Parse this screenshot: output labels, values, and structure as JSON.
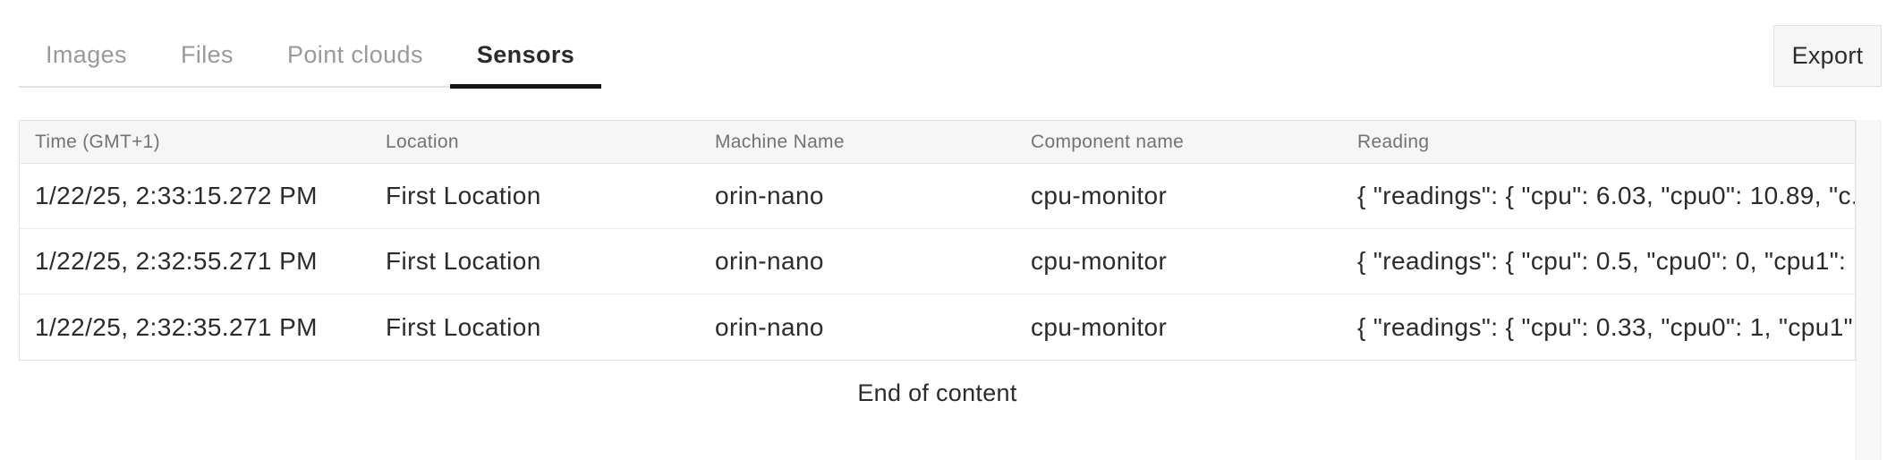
{
  "tabs": [
    {
      "label": "Images",
      "active": false
    },
    {
      "label": "Files",
      "active": false
    },
    {
      "label": "Point clouds",
      "active": false
    },
    {
      "label": "Sensors",
      "active": true
    }
  ],
  "toolbar": {
    "export_label": "Export"
  },
  "table": {
    "columns": [
      "Time (GMT+1)",
      "Location",
      "Machine Name",
      "Component name",
      "Reading"
    ],
    "rows": [
      {
        "time": "1/22/25, 2:33:15.272 PM",
        "location": "First Location",
        "machine_name": "orin-nano",
        "component_name": "cpu-monitor",
        "reading": "{ \"readings\": { \"cpu\": 6.03, \"cpu0\": 10.89, \"c..."
      },
      {
        "time": "1/22/25, 2:32:55.271 PM",
        "location": "First Location",
        "machine_name": "orin-nano",
        "component_name": "cpu-monitor",
        "reading": "{ \"readings\": { \"cpu\": 0.5, \"cpu0\": 0, \"cpu1\": ..."
      },
      {
        "time": "1/22/25, 2:32:35.271 PM",
        "location": "First Location",
        "machine_name": "orin-nano",
        "component_name": "cpu-monitor",
        "reading": "{ \"readings\": { \"cpu\": 0.33, \"cpu0\": 1, \"cpu1\"..."
      }
    ],
    "end_message": "End of content"
  },
  "colors": {
    "active_tab": "#2b2b2b",
    "inactive_tab": "#9a9a9a",
    "active_tab_underline": "#161616",
    "header_bg": "#f6f6f6",
    "border": "#e2e2e2",
    "cell_text": "#2b2b2b",
    "header_text": "#737373",
    "export_bg": "#f6f6f6"
  }
}
